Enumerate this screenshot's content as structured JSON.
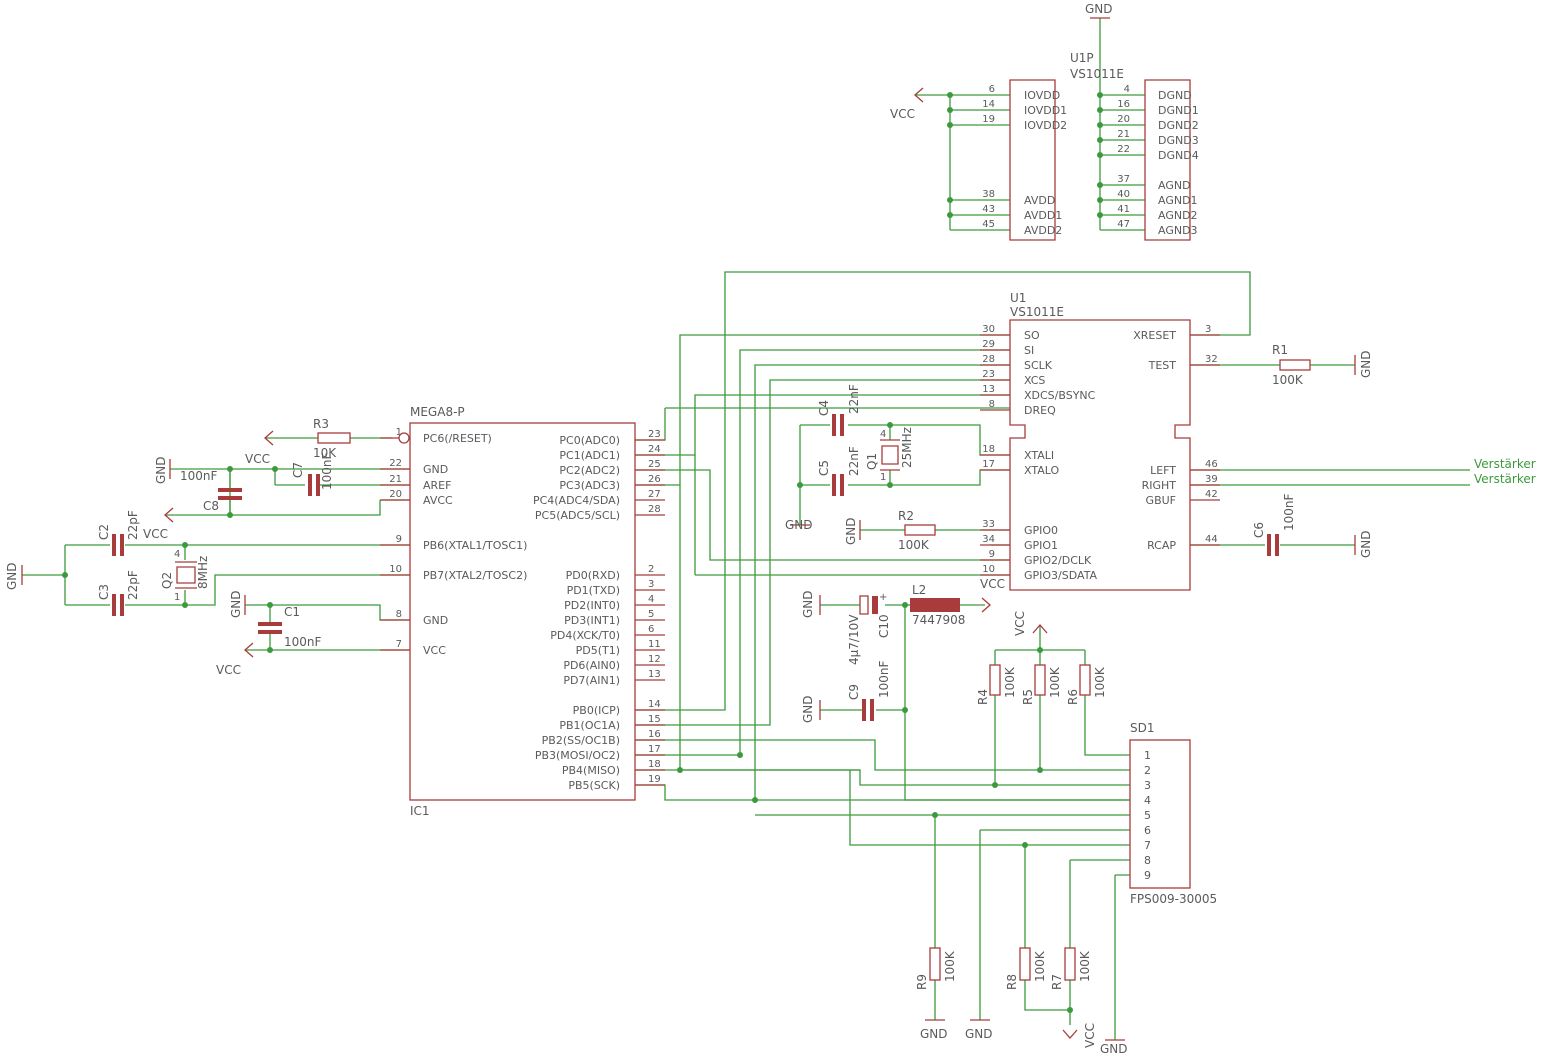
{
  "ic1": {
    "name": "MEGA8-P",
    "ref": "IC1",
    "left_pins": [
      {
        "pin": "1",
        "label": "PC6(/RESET)"
      },
      {
        "pin": "22",
        "label": "GND"
      },
      {
        "pin": "21",
        "label": "AREF"
      },
      {
        "pin": "20",
        "label": "AVCC"
      },
      {
        "pin": "9",
        "label": "PB6(XTAL1/TOSC1)"
      },
      {
        "pin": "10",
        "label": "PB7(XTAL2/TOSC2)"
      },
      {
        "pin": "8",
        "label": "GND"
      },
      {
        "pin": "7",
        "label": "VCC"
      }
    ],
    "right_pins": [
      {
        "pin": "23",
        "label": "PC0(ADC0)"
      },
      {
        "pin": "24",
        "label": "PC1(ADC1)"
      },
      {
        "pin": "25",
        "label": "PC2(ADC2)"
      },
      {
        "pin": "26",
        "label": "PC3(ADC3)"
      },
      {
        "pin": "27",
        "label": "PC4(ADC4/SDA)"
      },
      {
        "pin": "28",
        "label": "PC5(ADC5/SCL)"
      },
      {
        "pin": "2",
        "label": "PD0(RXD)"
      },
      {
        "pin": "3",
        "label": "PD1(TXD)"
      },
      {
        "pin": "4",
        "label": "PD2(INT0)"
      },
      {
        "pin": "5",
        "label": "PD3(INT1)"
      },
      {
        "pin": "6",
        "label": "PD4(XCK/T0)"
      },
      {
        "pin": "11",
        "label": "PD5(T1)"
      },
      {
        "pin": "12",
        "label": "PD6(AIN0)"
      },
      {
        "pin": "13",
        "label": "PD7(AIN1)"
      },
      {
        "pin": "14",
        "label": "PB0(ICP)"
      },
      {
        "pin": "15",
        "label": "PB1(OC1A)"
      },
      {
        "pin": "16",
        "label": "PB2(SS/OC1B)"
      },
      {
        "pin": "17",
        "label": "PB3(MOSI/OC2)"
      },
      {
        "pin": "18",
        "label": "PB4(MISO)"
      },
      {
        "pin": "19",
        "label": "PB5(SCK)"
      }
    ]
  },
  "u1p": {
    "ref": "U1P",
    "name": "VS1011E",
    "left_pins": [
      {
        "pin": "6",
        "label": "IOVDD"
      },
      {
        "pin": "14",
        "label": "IOVDD1"
      },
      {
        "pin": "19",
        "label": "IOVDD2"
      },
      {
        "pin": "38",
        "label": "AVDD"
      },
      {
        "pin": "43",
        "label": "AVDD1"
      },
      {
        "pin": "45",
        "label": "AVDD2"
      }
    ],
    "right_pins": [
      {
        "pin": "4",
        "label": "DGND"
      },
      {
        "pin": "16",
        "label": "DGND1"
      },
      {
        "pin": "20",
        "label": "DGND2"
      },
      {
        "pin": "21",
        "label": "DGND3"
      },
      {
        "pin": "22",
        "label": "DGND4"
      },
      {
        "pin": "37",
        "label": "AGND"
      },
      {
        "pin": "40",
        "label": "AGND1"
      },
      {
        "pin": "41",
        "label": "AGND2"
      },
      {
        "pin": "47",
        "label": "AGND3"
      }
    ]
  },
  "u1": {
    "ref": "U1",
    "name": "VS1011E",
    "top_left_pins": [
      {
        "pin": "30",
        "label": "SO"
      },
      {
        "pin": "29",
        "label": "SI"
      },
      {
        "pin": "28",
        "label": "SCLK"
      },
      {
        "pin": "23",
        "label": "XCS"
      },
      {
        "pin": "13",
        "label": "XDCS/BSYNC"
      },
      {
        "pin": "8",
        "label": "DREQ"
      }
    ],
    "top_right_pins": [
      {
        "pin": "3",
        "label": "XRESET"
      },
      {
        "pin": "32",
        "label": "TEST"
      }
    ],
    "bottom_left_pins": [
      {
        "pin": "18",
        "label": "XTALI"
      },
      {
        "pin": "17",
        "label": "XTALO"
      },
      {
        "pin": "33",
        "label": "GPIO0"
      },
      {
        "pin": "34",
        "label": "GPIO1"
      },
      {
        "pin": "9",
        "label": "GPIO2/DCLK"
      },
      {
        "pin": "10",
        "label": "GPIO3/SDATA"
      }
    ],
    "bottom_right_pins": [
      {
        "pin": "46",
        "label": "LEFT"
      },
      {
        "pin": "39",
        "label": "RIGHT"
      },
      {
        "pin": "42",
        "label": "GBUF"
      },
      {
        "pin": "44",
        "label": "RCAP"
      }
    ],
    "vcc_label": "VCC"
  },
  "sd1": {
    "ref": "SD1",
    "name": "FPS009-30005",
    "pins": [
      "1",
      "2",
      "3",
      "4",
      "5",
      "6",
      "7",
      "8",
      "9"
    ]
  },
  "parts": {
    "r1": {
      "ref": "R1",
      "value": "100K"
    },
    "r2": {
      "ref": "R2",
      "value": "100K"
    },
    "r3": {
      "ref": "R3",
      "value": "10K"
    },
    "r4": {
      "ref": "R4",
      "value": "100K"
    },
    "r5": {
      "ref": "R5",
      "value": "100K"
    },
    "r6": {
      "ref": "R6",
      "value": "100K"
    },
    "r7": {
      "ref": "R7",
      "value": "100K"
    },
    "r8": {
      "ref": "R8",
      "value": "100K"
    },
    "r9": {
      "ref": "R9",
      "value": "100K"
    },
    "c1": {
      "ref": "C1",
      "value": "100nF"
    },
    "c2": {
      "ref": "C2",
      "value": "22pF"
    },
    "c3": {
      "ref": "C3",
      "value": "22pF"
    },
    "c4": {
      "ref": "C4",
      "value": "22nF"
    },
    "c5": {
      "ref": "C5",
      "value": "22nF"
    },
    "c6": {
      "ref": "C6",
      "value": "100nF"
    },
    "c7": {
      "ref": "C7",
      "value": "100nF"
    },
    "c8": {
      "ref": "C8",
      "value": "100nF"
    },
    "c9": {
      "ref": "C9",
      "value": "100nF"
    },
    "c10": {
      "ref": "C10",
      "value": "4µ7/10V"
    },
    "q1": {
      "ref": "Q1",
      "value": "25MHz"
    },
    "q2": {
      "ref": "Q2",
      "value": "8MHz"
    },
    "l2": {
      "ref": "L2",
      "value": "7447908"
    }
  },
  "supplies": {
    "gnd": "GND",
    "vcc": "VCC"
  },
  "outputs": {
    "left": "Verstärker",
    "right": "Verstärker"
  },
  "colors": {
    "wire": "#3c9a3c",
    "part": "#a83c3c",
    "text": "#5a5a5a"
  }
}
